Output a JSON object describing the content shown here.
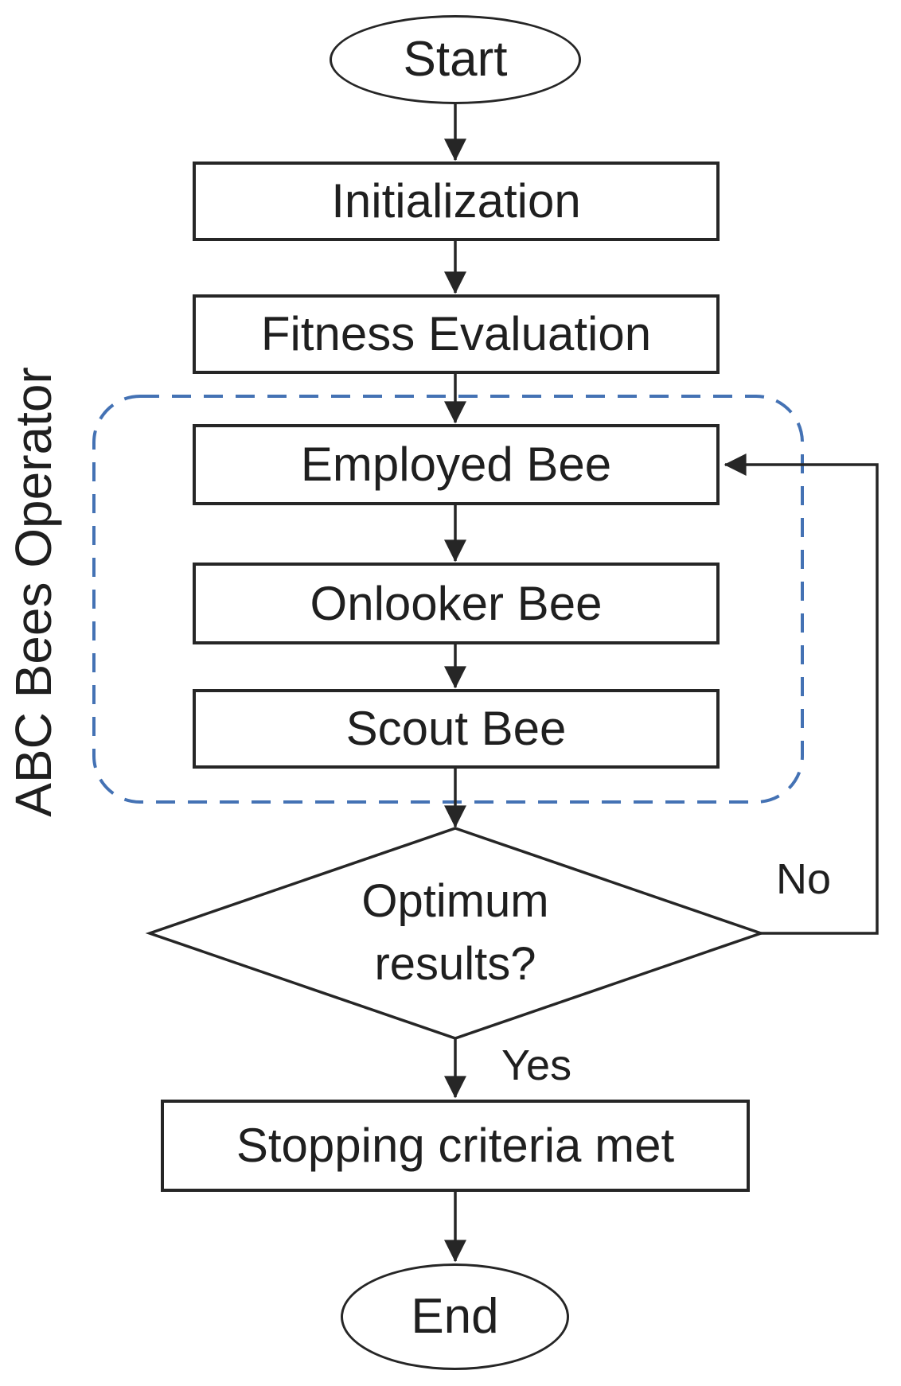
{
  "figure": {
    "type": "flowchart",
    "description": "ABC algorithm flowchart"
  },
  "nodes": {
    "start": {
      "label": "Start",
      "shape": "ellipse"
    },
    "initialization": {
      "label": "Initialization",
      "shape": "rectangle"
    },
    "fitness_evaluation": {
      "label": "Fitness Evaluation",
      "shape": "rectangle"
    },
    "employed_bee": {
      "label": "Employed Bee",
      "shape": "rectangle"
    },
    "onlooker_bee": {
      "label": "Onlooker Bee",
      "shape": "rectangle"
    },
    "scout_bee": {
      "label": "Scout Bee",
      "shape": "rectangle"
    },
    "decision": {
      "label_line1": "Optimum",
      "label_line2": "results?",
      "shape": "diamond"
    },
    "stopping_criteria": {
      "label": "Stopping criteria met",
      "shape": "rectangle"
    },
    "end": {
      "label": "End",
      "shape": "ellipse"
    }
  },
  "edges": {
    "no_label": "No",
    "yes_label": "Yes"
  },
  "group": {
    "label": "ABC Bees Operator",
    "style": "dashed rounded rectangle",
    "border_color": "#4472b4"
  },
  "colors": {
    "background": "#ffffff",
    "line": "#262626",
    "text": "#1f1f1f",
    "dashed_border": "#4472b4"
  }
}
